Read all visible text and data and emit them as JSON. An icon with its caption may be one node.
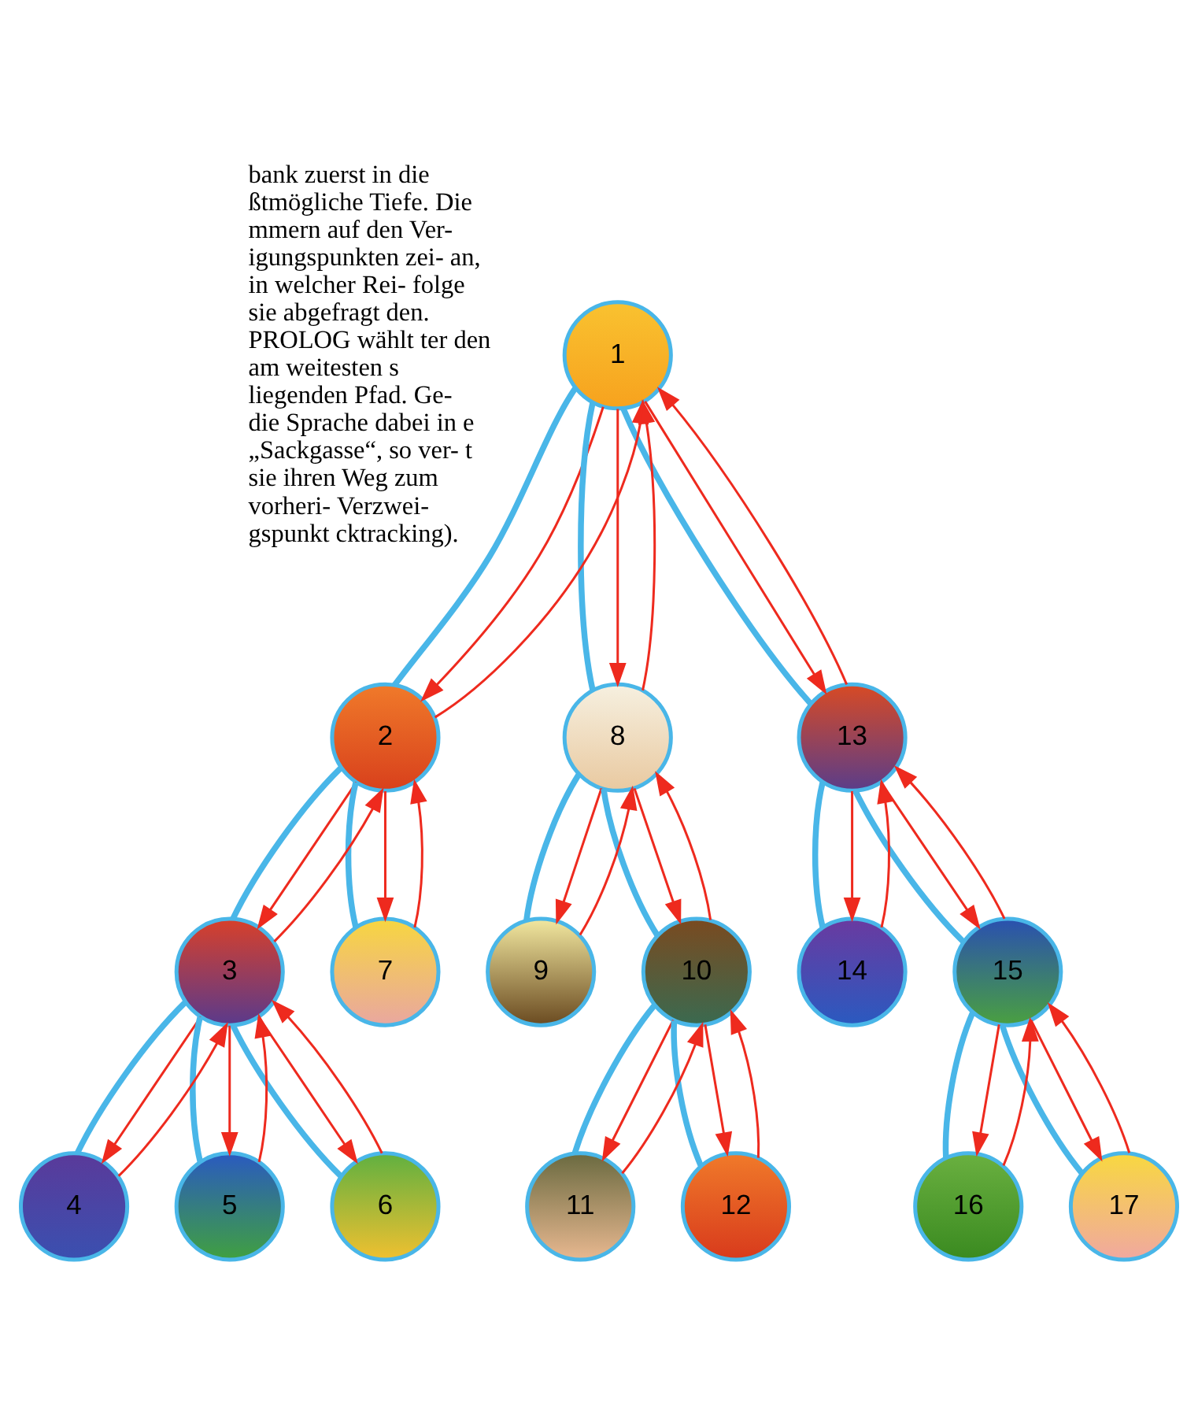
{
  "diagram": {
    "nodes": [
      {
        "text": [
          "1"
        ]
      },
      {
        "text": [
          "2"
        ]
      },
      {
        "text": [
          "8"
        ]
      },
      {
        "text": [
          "13"
        ]
      },
      {
        "text": [
          "3"
        ]
      },
      {
        "text": [
          "7"
        ]
      },
      {
        "text": [
          "9"
        ]
      },
      {
        "text": [
          "10"
        ]
      },
      {
        "text": [
          "14"
        ]
      },
      {
        "text": [
          "15"
        ]
      },
      {
        "text": [
          "4"
        ]
      },
      {
        "text": [
          "5"
        ]
      },
      {
        "text": [
          "6"
        ]
      },
      {
        "text": [
          "11"
        ]
      },
      {
        "text": [
          "12"
        ]
      },
      {
        "text": [
          "16"
        ]
      },
      {
        "text": [
          "17"
        ]
      }
    ],
    "edges": [
      {
        "from": 0,
        "to": 1,
        "arrow": "none",
        "style": "thick",
        "color": "#49b6e8"
      },
      {
        "from": 0,
        "to": 1,
        "arrow": "to"
      },
      {
        "from": 1,
        "to": 0,
        "arrow": "to"
      },
      {
        "from": 0,
        "to": 2,
        "arrow": "none",
        "style": "thick",
        "color": "#49b6e8"
      },
      {
        "from": 0,
        "to": 2,
        "arrow": "to"
      },
      {
        "from": 2,
        "to": 0,
        "arrow": "to"
      },
      {
        "from": 0,
        "to": 3,
        "arrow": "none",
        "style": "thick",
        "color": "#49b6e8"
      },
      {
        "from": 0,
        "to": 3,
        "arrow": "to"
      },
      {
        "from": 3,
        "to": 0,
        "arrow": "to"
      },
      {
        "from": 1,
        "to": 4,
        "arrow": "none",
        "style": "thick",
        "color": "#49b6e8"
      },
      {
        "from": 1,
        "to": 4,
        "arrow": "to"
      },
      {
        "from": 4,
        "to": 1,
        "arrow": "to"
      },
      {
        "from": 1,
        "to": 5,
        "arrow": "none",
        "style": "thick",
        "color": "#49b6e8"
      },
      {
        "from": 1,
        "to": 5,
        "arrow": "to"
      },
      {
        "from": 5,
        "to": 1,
        "arrow": "to"
      },
      {
        "from": 2,
        "to": 6,
        "arrow": "none",
        "style": "thick",
        "color": "#49b6e8"
      },
      {
        "from": 2,
        "to": 6,
        "arrow": "to"
      },
      {
        "from": 6,
        "to": 2,
        "arrow": "to"
      },
      {
        "from": 2,
        "to": 7,
        "arrow": "none",
        "style": "thick",
        "color": "#49b6e8"
      },
      {
        "from": 2,
        "to": 7,
        "arrow": "to"
      },
      {
        "from": 7,
        "to": 2,
        "arrow": "to"
      },
      {
        "from": 3,
        "to": 8,
        "arrow": "none",
        "style": "thick",
        "color": "#49b6e8"
      },
      {
        "from": 3,
        "to": 8,
        "arrow": "to"
      },
      {
        "from": 8,
        "to": 3,
        "arrow": "to"
      },
      {
        "from": 3,
        "to": 9,
        "arrow": "none",
        "style": "thick",
        "color": "#49b6e8"
      },
      {
        "from": 3,
        "to": 9,
        "arrow": "to"
      },
      {
        "from": 9,
        "to": 3,
        "arrow": "to"
      },
      {
        "from": 4,
        "to": 10,
        "arrow": "none",
        "style": "thick",
        "color": "#49b6e8"
      },
      {
        "from": 4,
        "to": 10,
        "arrow": "to"
      },
      {
        "from": 10,
        "to": 4,
        "arrow": "to"
      },
      {
        "from": 4,
        "to": 11,
        "arrow": "none",
        "style": "thick",
        "color": "#49b6e8"
      },
      {
        "from": 4,
        "to": 11,
        "arrow": "to"
      },
      {
        "from": 11,
        "to": 4,
        "arrow": "to"
      },
      {
        "from": 4,
        "to": 12,
        "arrow": "none",
        "style": "thick",
        "color": "#49b6e8"
      },
      {
        "from": 4,
        "to": 12,
        "arrow": "to"
      },
      {
        "from": 12,
        "to": 4,
        "arrow": "to"
      },
      {
        "from": 7,
        "to": 13,
        "arrow": "none",
        "style": "thick",
        "color": "#49b6e8"
      },
      {
        "from": 7,
        "to": 13,
        "arrow": "to"
      },
      {
        "from": 13,
        "to": 7,
        "arrow": "to"
      },
      {
        "from": 7,
        "to": 14,
        "arrow": "none",
        "style": "thick",
        "color": "#49b6e8"
      },
      {
        "from": 7,
        "to": 14,
        "arrow": "to"
      },
      {
        "from": 14,
        "to": 7,
        "arrow": "to"
      },
      {
        "from": 9,
        "to": 15,
        "arrow": "none",
        "style": "thick",
        "color": "#49b6e8"
      },
      {
        "from": 9,
        "to": 15,
        "arrow": "to"
      },
      {
        "from": 15,
        "to": 9,
        "arrow": "to"
      },
      {
        "from": 9,
        "to": 16,
        "arrow": "none",
        "style": "thick",
        "color": "#49b6e8"
      },
      {
        "from": 9,
        "to": 16,
        "arrow": "to"
      },
      {
        "from": 16,
        "to": 9,
        "arrow": "to"
      }
    ],
    "labels": [
      "bank zuerst in die ßtmögliche Tiefe. Die mmern auf den Ver- igungspunkten zei- an, in welcher Rei- folge sie abgefragt den. PROLOG wählt ter den am weitesten s liegenden Pfad. Ge- die Sprache dabei in e „Sackgasse“, so ver- t sie ihren Weg zum vorheri- Verzwei- gspunkt cktracking)."
    ]
  }
}
